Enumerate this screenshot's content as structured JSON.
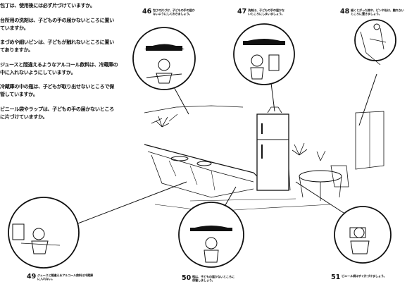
{
  "checklist": [
    "包丁は、使用後には必ず片づけていますか。",
    "台所用の洗剤は、子どもの手の届かないところに置いていますか。",
    "まづめや細いピンは、子どもが触れないところに置いてありますか。",
    "ジュースと間違えるようなアルコール飲料は、冷蔵庫の中に入れないようにしていますか。",
    "冷蔵庫の中の瓶は、子どもが取り出せないところで保管していますか。",
    "ビニール袋やラップは、子どもの手の届かないところに片づけていますか。"
  ],
  "captions": [
    {
      "num": "46",
      "text": "包丁の片づけ、子どもの手の届かないようにしておきましょう。"
    },
    {
      "num": "47",
      "text": "洗剤は、子どもの手の届かないところにしまいましょう。"
    },
    {
      "num": "48",
      "text": "細くとがった物や、ピンや缶は、触れないところに置きましょう。"
    },
    {
      "num": "49",
      "text": "ジュースと間違えるアルコール飲料は冷蔵庫に入れない。"
    },
    {
      "num": "50",
      "text": "瓶は、子どもの届かないところに保管しましょう。"
    },
    {
      "num": "51",
      "text": "ビニール袋はすぐ片づけましょう。"
    }
  ]
}
